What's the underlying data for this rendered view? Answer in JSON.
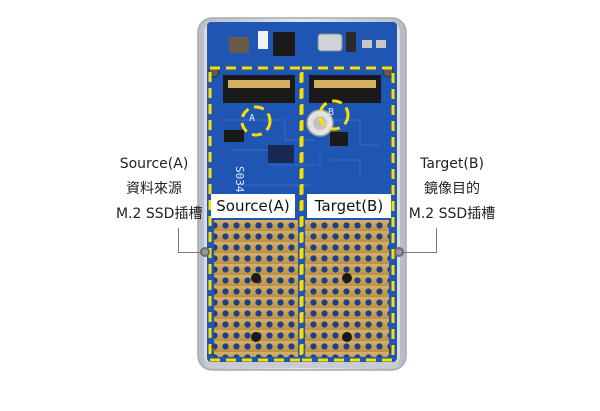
{
  "callouts": {
    "left": {
      "lines": [
        "Source(A)",
        "資料來源",
        "M.2 SSD插槽"
      ]
    },
    "right": {
      "lines": [
        "Target(B)",
        "鏡像目的",
        "M.2 SSD插槽"
      ]
    }
  },
  "tags": {
    "source": "Source(A)",
    "target": "Target(B)"
  },
  "markers": {
    "a": "A",
    "b": "B"
  },
  "board_text": "S034",
  "colors": {
    "pcb": "#1f56b4",
    "outline": "#f7e000",
    "enclosure": "#c9cdd3"
  }
}
